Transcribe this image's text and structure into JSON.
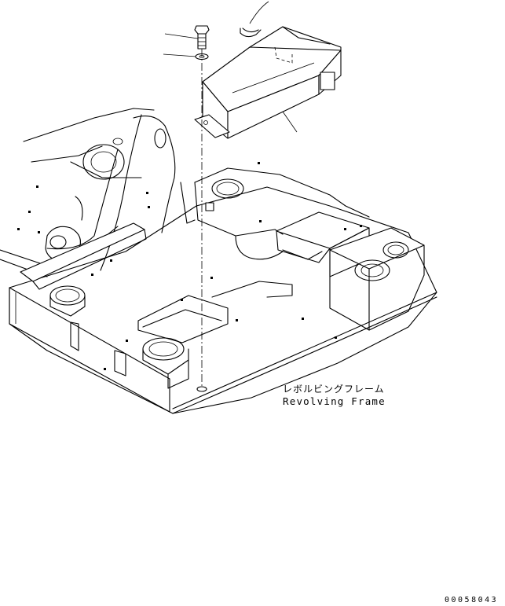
{
  "labels": {
    "japanese": "レボルビングフレーム",
    "english": "Revolving Frame"
  },
  "drawing_number": "00058043",
  "colors": {
    "line": "#000000",
    "background": "#ffffff"
  }
}
